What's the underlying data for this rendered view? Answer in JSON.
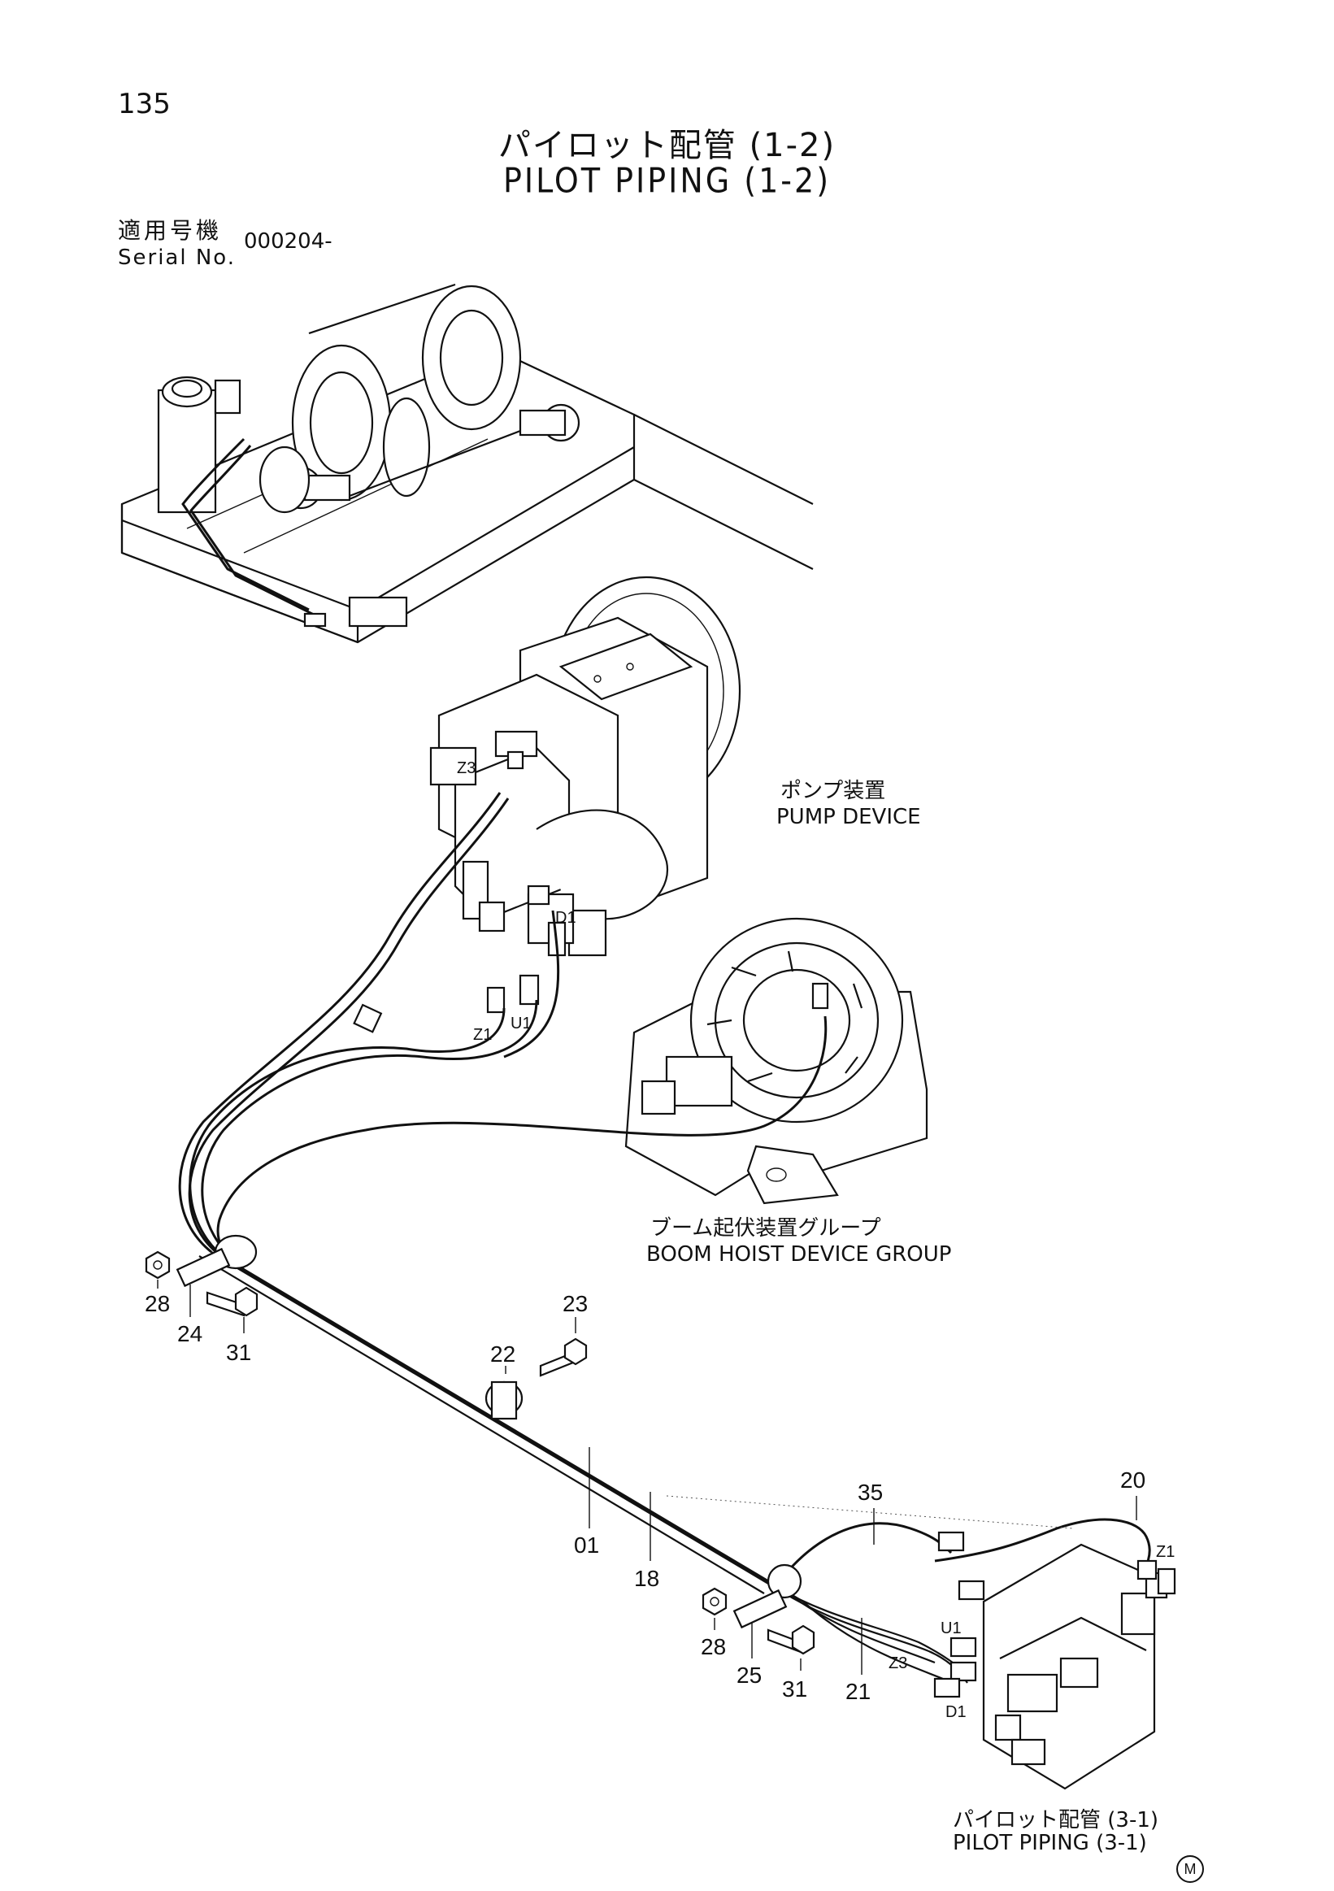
{
  "header": {
    "page_number": "135",
    "title_jp": "パイロット配管 (1-2)",
    "title_en": "PILOT PIPING (1-2)",
    "serial_label_jp": "適用号機",
    "serial_label_en": "Serial No.",
    "serial_value": "000204-"
  },
  "labels": {
    "pump_jp": "ポンプ装置",
    "pump_en": "PUMP DEVICE",
    "boom_jp": "ブーム起伏装置グループ",
    "boom_en": "BOOM HOIST DEVICE GROUP",
    "pilot_jp": "パイロット配管 (3-1)",
    "pilot_en": "PILOT PIPING (3-1)"
  },
  "callouts": {
    "c28a": "28",
    "c24": "24",
    "c31a": "31",
    "c23": "23",
    "c22": "22",
    "c01": "01",
    "c18": "18",
    "c35": "35",
    "c20": "20",
    "c28b": "28",
    "c25": "25",
    "c31b": "31",
    "c21": "21"
  },
  "ports": {
    "z3_top": "Z3",
    "d1_top": "D1",
    "u1_top": "U1",
    "z1_top": "Z1",
    "z1_right": "Z1",
    "u1_right": "U1",
    "z3_right": "Z3",
    "d1_right": "D1"
  },
  "footer": {
    "mark": "M"
  }
}
